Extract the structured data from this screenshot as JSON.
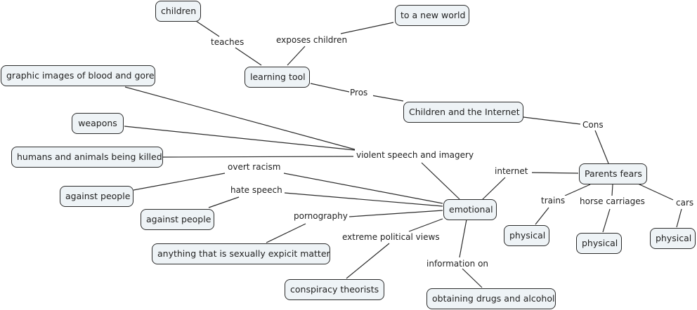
{
  "map_title": "Children and the Internet",
  "colors": {
    "node_fill": "#eef3f6",
    "node_border": "#2b2b2b",
    "line": "#2b2b2b",
    "background": "#ffffff"
  },
  "nodes": {
    "children": "children",
    "new_world": "to a new world",
    "learning_tool": "learning tool",
    "root": "Children and the Internet",
    "graphic_images": "graphic images of blood and gore",
    "weapons": "weapons",
    "humans_animals": "humans and animals being killed",
    "against_people_1": "against people",
    "against_people_2": "against people",
    "sexually_explicit": "anything that is sexually expicit matter",
    "conspiracy": "conspiracy theorists",
    "drugs_alcohol": "obtaining drugs and alcohol",
    "emotional": "emotional",
    "parents_fears": "Parents fears",
    "physical_trains": "physical",
    "physical_horse": "physical",
    "physical_cars": "physical"
  },
  "linking_phrases": {
    "teaches": "teaches",
    "exposes": "exposes children",
    "pros": "Pros",
    "cons": "Cons",
    "violent": "violent speech and imagery",
    "internet": "internet",
    "overt_racism": "overt racism",
    "hate_speech": "hate speech",
    "pornography": "pornography",
    "political": "extreme political views",
    "information_on": "information on",
    "trains": "trains",
    "horse_carriages": "horse carriages",
    "cars": "cars"
  }
}
